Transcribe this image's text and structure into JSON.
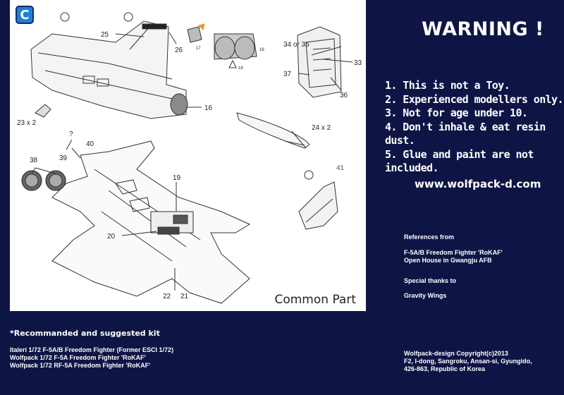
{
  "instruction_panel": {
    "badge": "C",
    "title": "Common Part",
    "part_labels": {
      "p25": "25",
      "p26": "26",
      "p16a": "16",
      "p17": "17",
      "p16b": "16",
      "p18": "18",
      "p34": "34 or 35",
      "p33": "33",
      "p37": "37",
      "p36": "36",
      "p23": "23 x 2",
      "p24": "24 x 2",
      "q": "?",
      "p40": "40",
      "p39": "39",
      "p38": "38",
      "p19": "19",
      "p20": "20",
      "p22": "22",
      "p21": "21",
      "p41": "41"
    }
  },
  "warning": {
    "title": "WARNING !",
    "rules": [
      "1. This is not a Toy.",
      "2. Experienced modellers only.",
      "3. Not for age under 10.",
      "4. Don't inhale & eat resin dust.",
      "5. Glue and paint are not included."
    ],
    "website": "www.wolfpack-d.com"
  },
  "references": {
    "heading": "References from",
    "line1": "F-5A/B Freedom Fighter 'RoKAF'",
    "line2": "Open House in Gwangju AFB",
    "thanks_heading": "Special thanks to",
    "thanks": "Gravity Wings"
  },
  "kits": {
    "heading": "*Recommanded and suggested kit",
    "items": [
      "Italeri 1/72 F-5A/B Freedom Fighter (Former ESCI 1/72)",
      "Wolfpack 1/72 F-5A Freedom Fighter 'RoKAF'",
      "Wolfpack 1/72 RF-5A Freedom Fighter 'RoKAF'"
    ]
  },
  "copyright": {
    "line1": "Wolfpack-design Copyright(c)2013",
    "line2": "F2, I-dong, Sangroku, Ansan-si, Gyungido,",
    "line3": "426-863, Republic of Korea"
  },
  "colors": {
    "background": "#0e1545",
    "panel": "#ffffff",
    "badge": "#1f7fd6"
  }
}
